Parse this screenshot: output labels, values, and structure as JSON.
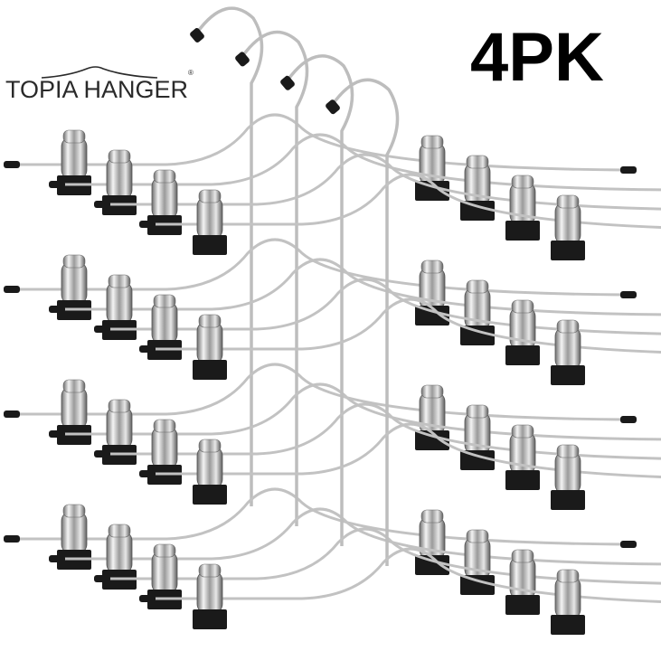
{
  "brand": {
    "name": "TOPIA HANGER",
    "reg": "®"
  },
  "pack_label": "4PK",
  "colors": {
    "background": "#ffffff",
    "chrome_light": "#f2f2f2",
    "chrome_dark": "#7a7a7a",
    "rubber": "#1a1a1a",
    "text": "#000000"
  },
  "subject": {
    "hanger_count": 4,
    "clip_tiers_per_hanger": 4
  }
}
